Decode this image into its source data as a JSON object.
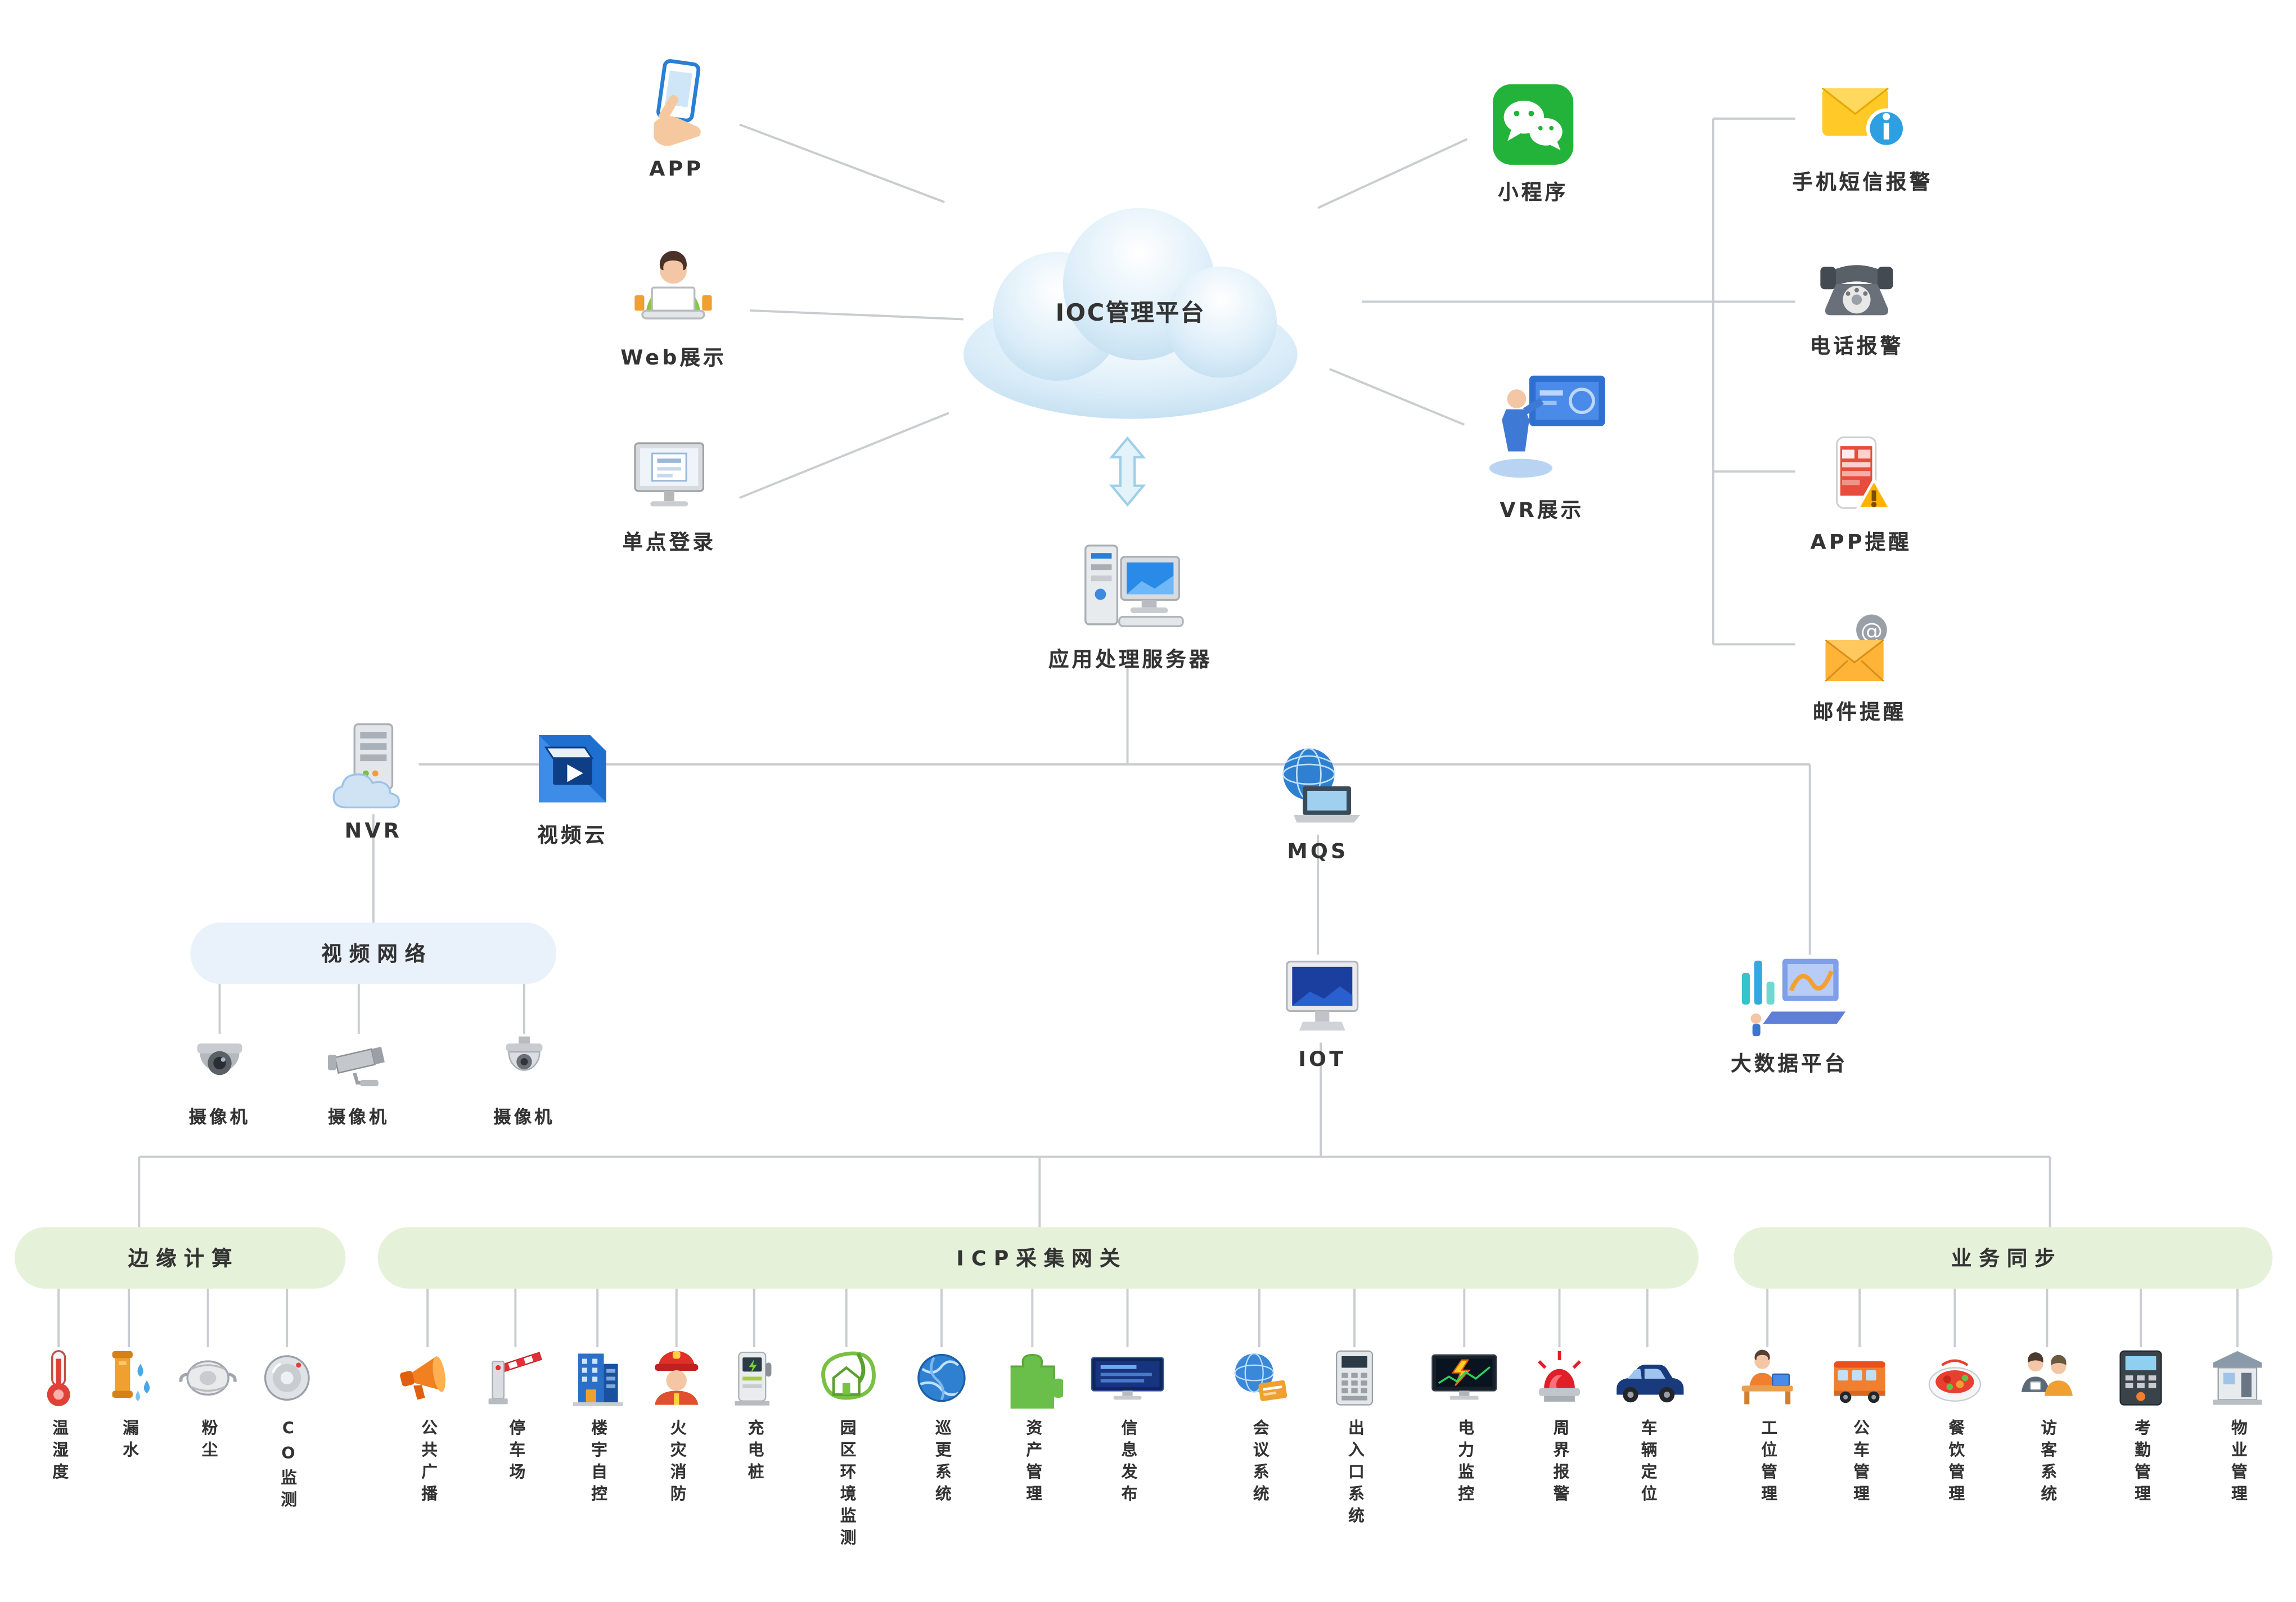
{
  "colors": {
    "line": "#c9ccd1",
    "pill_green": "#e6f1da",
    "pill_blue": "#e9f1fb",
    "label": "#333333",
    "wechat_green": "#23b33a",
    "cloud_blue": "#b9d9ee"
  },
  "cloud": {
    "label": "IOC管理平台",
    "icon": "cloud-icon"
  },
  "nodes": {
    "app": {
      "label": "APP",
      "icon": "phone-app-icon"
    },
    "web": {
      "label": "Web展示",
      "icon": "person-laptop-icon"
    },
    "sso": {
      "label": "单点登录",
      "icon": "monitor-login-icon"
    },
    "mini_program": {
      "label": "小程序",
      "icon": "wechat-icon"
    },
    "vr": {
      "label": "VR展示",
      "icon": "vr-presentation-icon"
    },
    "server": {
      "label": "应用处理服务器",
      "icon": "app-server-icon"
    },
    "nvr": {
      "label": "NVR",
      "icon": "nvr-cloud-icon"
    },
    "video_cloud": {
      "label": "视频云",
      "icon": "video-cloud-icon"
    },
    "mqs": {
      "label": "MQS",
      "icon": "globe-laptop-icon"
    },
    "iot": {
      "label": "IOT",
      "icon": "iot-monitor-icon"
    },
    "big_data": {
      "label": "大数据平台",
      "icon": "big-data-icon"
    }
  },
  "alerts": [
    {
      "label": "手机短信报警",
      "icon": "sms-alert-icon"
    },
    {
      "label": "电话报警",
      "icon": "telephone-icon"
    },
    {
      "label": "APP提醒",
      "icon": "app-alert-icon"
    },
    {
      "label": "邮件提醒",
      "icon": "mail-alert-icon"
    }
  ],
  "video_network": {
    "label": "视频网络"
  },
  "cameras": [
    {
      "label": "摄像机",
      "icon": "dome-camera-icon"
    },
    {
      "label": "摄像机",
      "icon": "bullet-camera-icon"
    },
    {
      "label": "摄像机",
      "icon": "ptz-camera-icon"
    }
  ],
  "groups": [
    {
      "title": "边缘计算",
      "items": [
        {
          "label": "温湿度",
          "icon": "thermometer-icon"
        },
        {
          "label": "漏水",
          "icon": "water-leak-icon"
        },
        {
          "label": "粉尘",
          "icon": "dust-mask-icon"
        },
        {
          "label": "CO监测",
          "icon": "co-detector-icon"
        }
      ]
    },
    {
      "title": "ICP采集网关",
      "items": [
        {
          "label": "公共广播",
          "icon": "megaphone-icon"
        },
        {
          "label": "停车场",
          "icon": "barrier-gate-icon"
        },
        {
          "label": "楼宇自控",
          "icon": "building-icon"
        },
        {
          "label": "火灾消防",
          "icon": "firefighter-icon"
        },
        {
          "label": "充电桩",
          "icon": "charging-pile-icon"
        },
        {
          "label": "园区环境监测",
          "icon": "eco-house-icon"
        },
        {
          "label": "巡更系统",
          "icon": "patrol-globe-icon"
        },
        {
          "label": "资产管理",
          "icon": "puzzle-icon"
        },
        {
          "label": "信息发布",
          "icon": "info-screen-icon"
        },
        {
          "label": "会议系统",
          "icon": "meeting-globe-icon"
        },
        {
          "label": "出入口系统",
          "icon": "keypad-icon"
        },
        {
          "label": "电力监控",
          "icon": "power-monitor-icon"
        },
        {
          "label": "周界报警",
          "icon": "alarm-beacon-icon"
        },
        {
          "label": "车辆定位",
          "icon": "car-icon"
        }
      ]
    },
    {
      "title": "业务同步",
      "items": [
        {
          "label": "工位管理",
          "icon": "workstation-icon"
        },
        {
          "label": "公车管理",
          "icon": "bus-icon"
        },
        {
          "label": "餐饮管理",
          "icon": "food-plate-icon"
        },
        {
          "label": "访客系统",
          "icon": "visitors-icon"
        },
        {
          "label": "考勤管理",
          "icon": "attendance-device-icon"
        },
        {
          "label": "物业管理",
          "icon": "guard-booth-icon"
        }
      ]
    }
  ]
}
